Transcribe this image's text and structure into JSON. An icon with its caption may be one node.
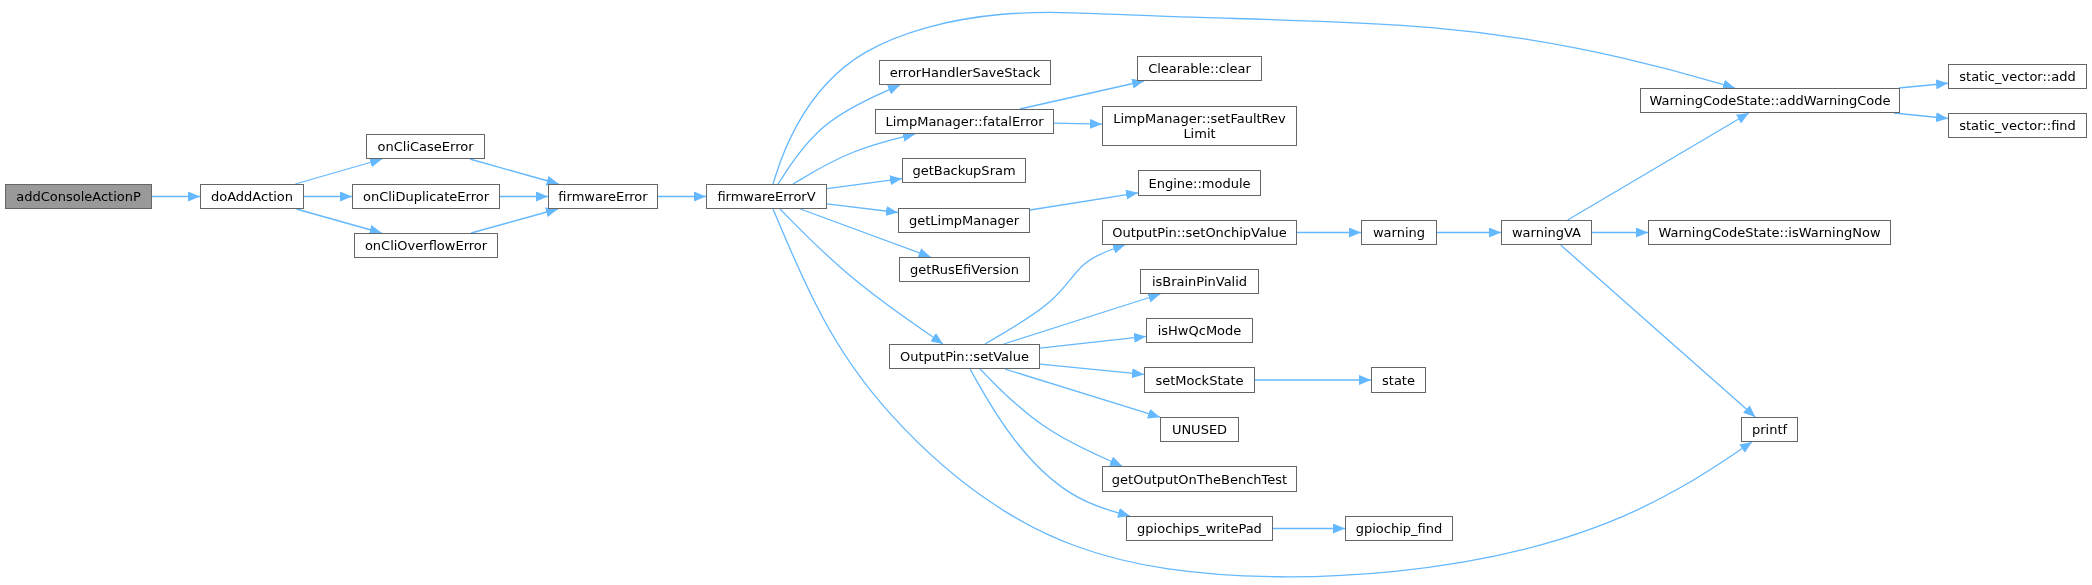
{
  "diagram": {
    "nodes": [
      {
        "text": [
          "addConsoleActionP"
        ]
      },
      {
        "text": [
          "doAddAction"
        ]
      },
      {
        "text": [
          "onCliCaseError"
        ]
      },
      {
        "text": [
          "onCliDuplicateError"
        ]
      },
      {
        "text": [
          "onCliOverflowError"
        ]
      },
      {
        "text": [
          "firmwareError"
        ]
      },
      {
        "text": [
          "firmwareErrorV"
        ]
      },
      {
        "text": [
          "errorHandlerSaveStack"
        ]
      },
      {
        "text": [
          "LimpManager::fatalError"
        ]
      },
      {
        "text": [
          "getBackupSram"
        ]
      },
      {
        "text": [
          "getLimpManager"
        ]
      },
      {
        "text": [
          "getRusEfiVersion"
        ]
      },
      {
        "text": [
          "OutputPin::setValue"
        ]
      },
      {
        "text": [
          "Clearable::clear"
        ]
      },
      {
        "text": [
          "LimpManager::setFaultRev Limit"
        ]
      },
      {
        "text": [
          "Engine::module"
        ]
      },
      {
        "text": [
          "OutputPin::setOnchipValue"
        ]
      },
      {
        "text": [
          "isBrainPinValid"
        ]
      },
      {
        "text": [
          "isHwQcMode"
        ]
      },
      {
        "text": [
          "setMockState"
        ]
      },
      {
        "text": [
          "UNUSED"
        ]
      },
      {
        "text": [
          "getOutputOnTheBenchTest"
        ]
      },
      {
        "text": [
          "gpiochips_writePad"
        ]
      },
      {
        "text": [
          "warning"
        ]
      },
      {
        "text": [
          "state"
        ]
      },
      {
        "text": [
          "gpiochip_find"
        ]
      },
      {
        "text": [
          "warningVA"
        ]
      },
      {
        "text": [
          "WarningCodeState::addWarningCode"
        ]
      },
      {
        "text": [
          "WarningCodeState::isWarningNow"
        ]
      },
      {
        "text": [
          "printf"
        ]
      },
      {
        "text": [
          "static_vector::add"
        ]
      },
      {
        "text": [
          "static_vector::find"
        ]
      }
    ],
    "edges": [
      {
        "from": 0,
        "to": 1,
        "arrow": "to"
      },
      {
        "from": 1,
        "to": 2,
        "arrow": "to"
      },
      {
        "from": 1,
        "to": 3,
        "arrow": "to"
      },
      {
        "from": 1,
        "to": 4,
        "arrow": "to"
      },
      {
        "from": 2,
        "to": 5,
        "arrow": "to"
      },
      {
        "from": 3,
        "to": 5,
        "arrow": "to"
      },
      {
        "from": 4,
        "to": 5,
        "arrow": "to"
      },
      {
        "from": 5,
        "to": 6,
        "arrow": "to"
      },
      {
        "from": 6,
        "to": 27,
        "arrow": "to"
      },
      {
        "from": 6,
        "to": 7,
        "arrow": "to"
      },
      {
        "from": 6,
        "to": 8,
        "arrow": "to"
      },
      {
        "from": 6,
        "to": 9,
        "arrow": "to"
      },
      {
        "from": 6,
        "to": 10,
        "arrow": "to"
      },
      {
        "from": 6,
        "to": 11,
        "arrow": "to"
      },
      {
        "from": 6,
        "to": 12,
        "arrow": "to"
      },
      {
        "from": 6,
        "to": 29,
        "arrow": "to"
      },
      {
        "from": 8,
        "to": 13,
        "arrow": "to"
      },
      {
        "from": 8,
        "to": 14,
        "arrow": "to"
      },
      {
        "from": 10,
        "to": 15,
        "arrow": "to"
      },
      {
        "from": 12,
        "to": 16,
        "arrow": "to"
      },
      {
        "from": 12,
        "to": 17,
        "arrow": "to"
      },
      {
        "from": 12,
        "to": 18,
        "arrow": "to"
      },
      {
        "from": 12,
        "to": 19,
        "arrow": "to"
      },
      {
        "from": 12,
        "to": 20,
        "arrow": "to"
      },
      {
        "from": 12,
        "to": 21,
        "arrow": "to"
      },
      {
        "from": 12,
        "to": 22,
        "arrow": "to"
      },
      {
        "from": 16,
        "to": 23,
        "arrow": "to"
      },
      {
        "from": 19,
        "to": 24,
        "arrow": "to"
      },
      {
        "from": 22,
        "to": 25,
        "arrow": "to"
      },
      {
        "from": 23,
        "to": 26,
        "arrow": "to"
      },
      {
        "from": 26,
        "to": 27,
        "arrow": "to"
      },
      {
        "from": 26,
        "to": 28,
        "arrow": "to"
      },
      {
        "from": 26,
        "to": 29,
        "arrow": "to"
      },
      {
        "from": 27,
        "to": 30,
        "arrow": "to"
      },
      {
        "from": 27,
        "to": 31,
        "arrow": "to"
      }
    ]
  }
}
